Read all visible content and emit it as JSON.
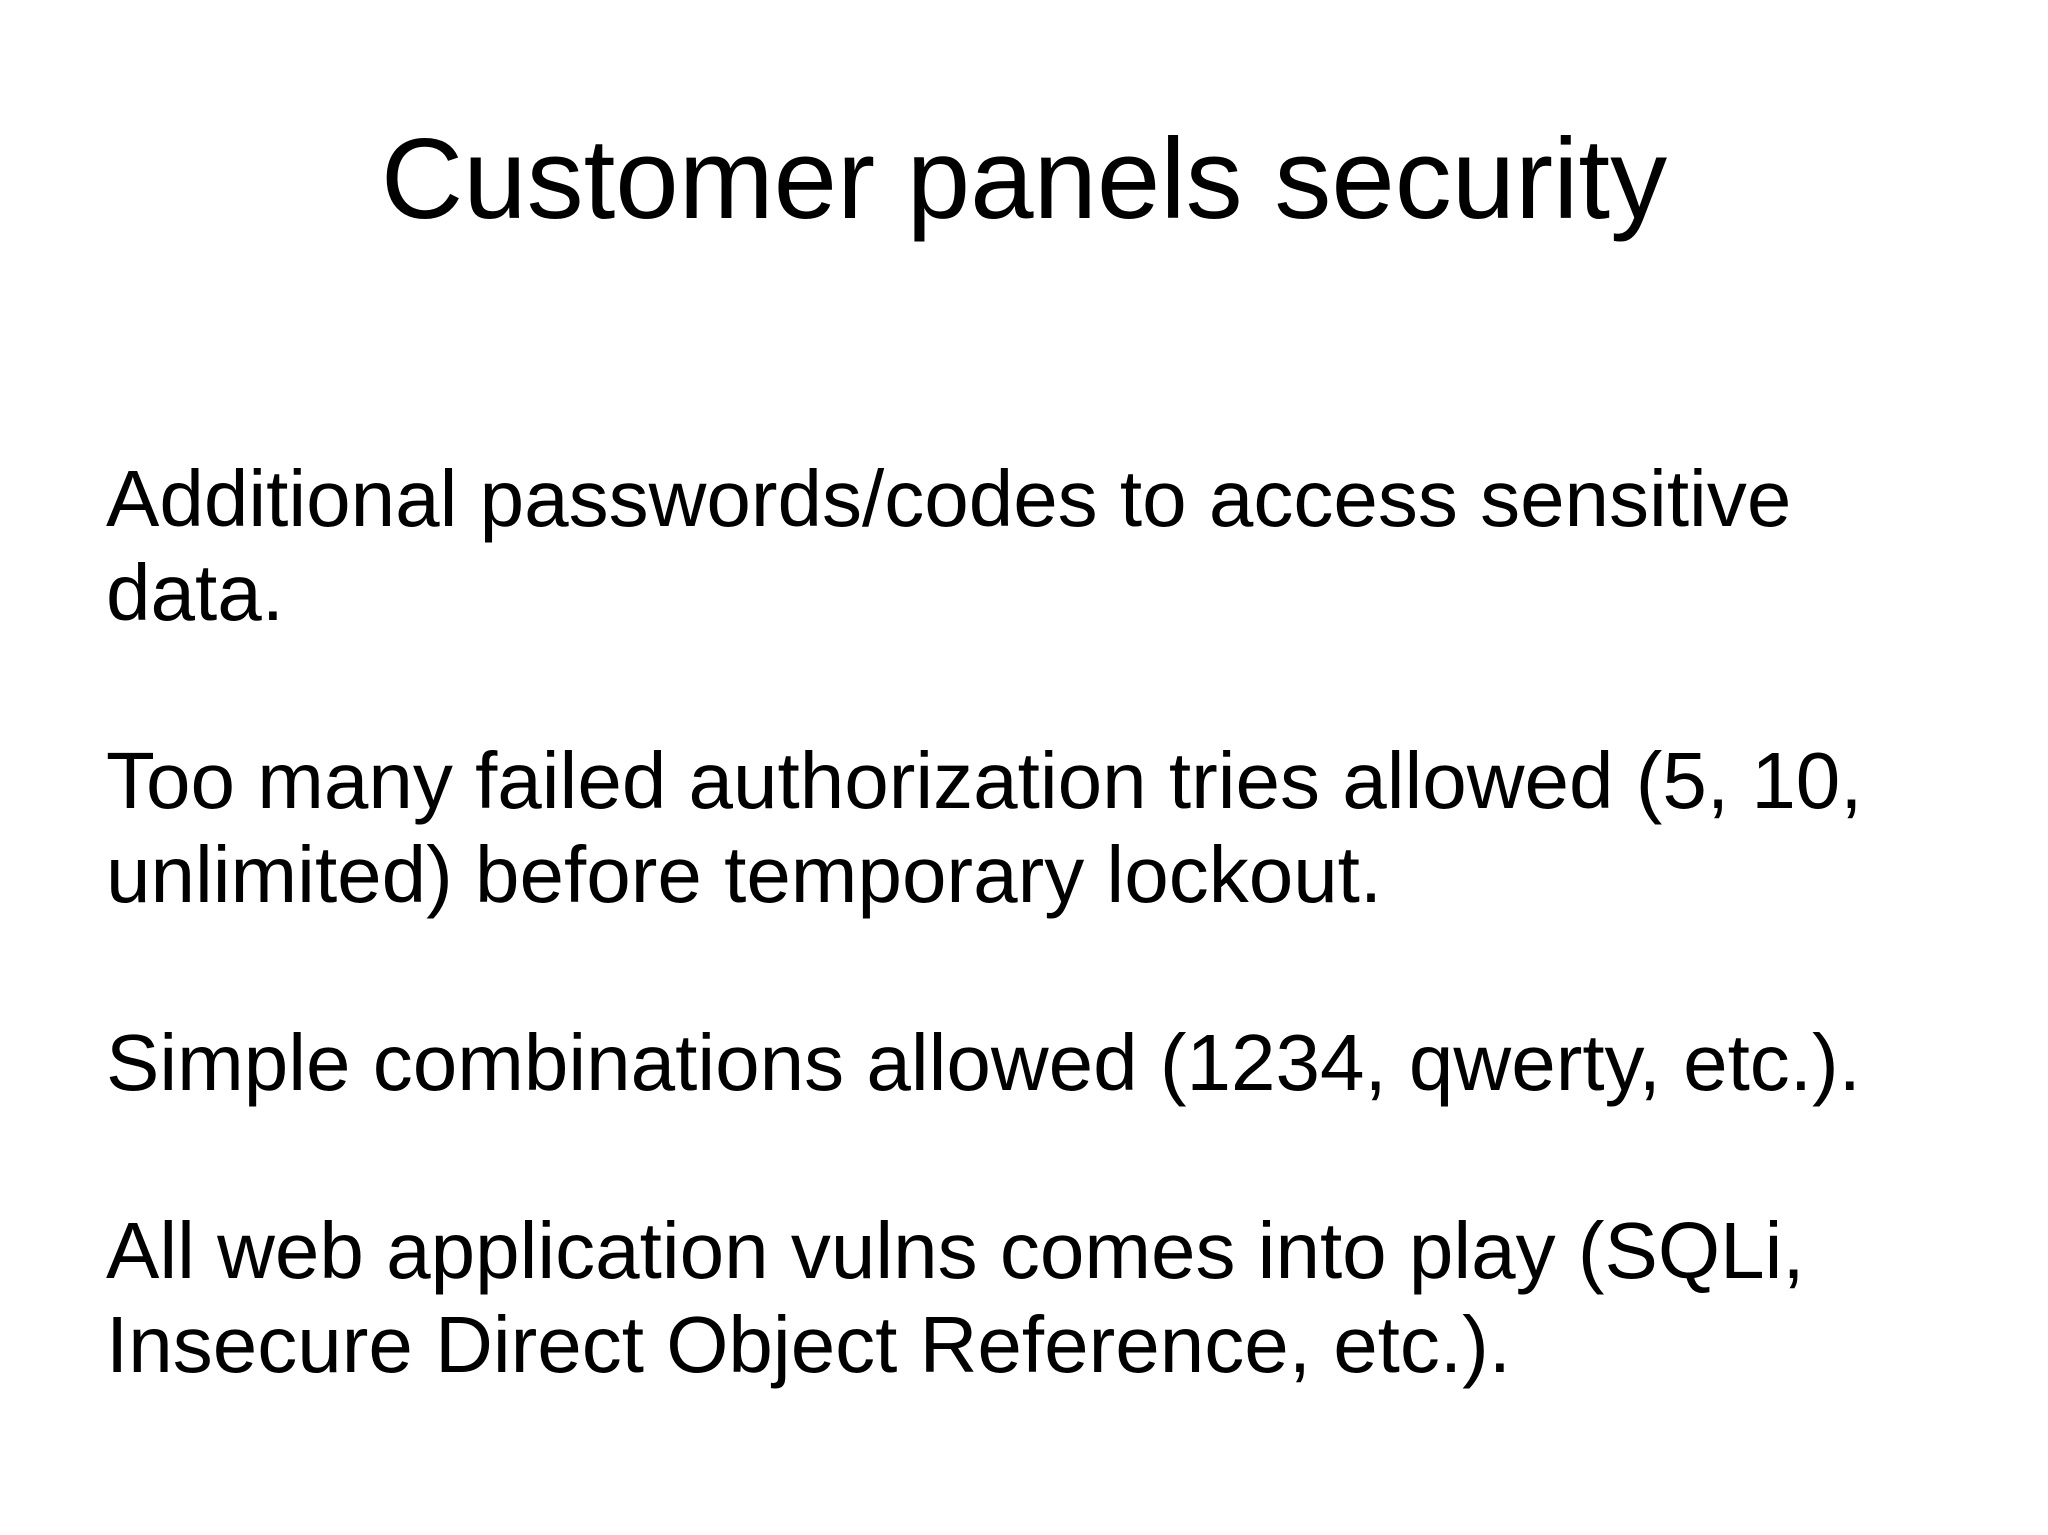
{
  "slide": {
    "title": "Customer panels security",
    "paragraphs": [
      {
        "lines": [
          "Additional passwords/codes to access sensitive",
          "data."
        ]
      },
      {
        "lines": [
          "Too many failed authorization tries allowed (5, 10,",
          "unlimited) before temporary lockout."
        ]
      },
      {
        "lines": [
          "Simple combinations allowed (1234, qwerty, etc.)."
        ]
      },
      {
        "lines": [
          "All web application vulns comes into play (SQLi,",
          "Insecure Direct Object Reference, etc.)."
        ]
      }
    ],
    "colors": {
      "background": "#ffffff",
      "text": "#000000"
    }
  }
}
